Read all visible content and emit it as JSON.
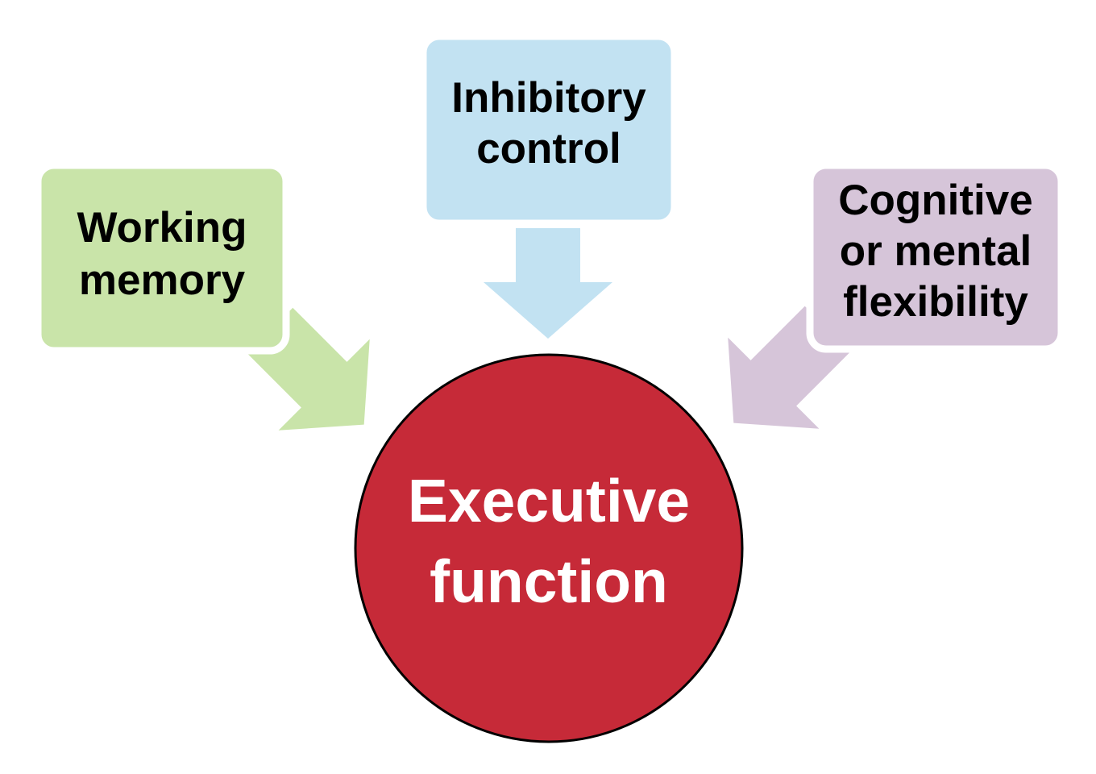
{
  "diagram": {
    "background_color": "#ffffff",
    "center_node": {
      "lines": {
        "0": "Executive",
        "1": "function"
      },
      "fill": "#c62a38",
      "outline_color": "#000000",
      "text_color": "#ffffff"
    },
    "source_nodes": [
      {
        "id": "working-memory",
        "lines": {
          "0": "Working",
          "1": "memory"
        },
        "fill": "#c9e4a9",
        "text_color": "#000000"
      },
      {
        "id": "inhibitory-control",
        "lines": {
          "0": "Inhibitory",
          "1": "control"
        },
        "fill": "#c2e2f2",
        "text_color": "#000000"
      },
      {
        "id": "cognitive-flexibility",
        "lines": {
          "0": "Cognitive",
          "1": "or mental",
          "2": "flexibility"
        },
        "fill": "#d6c5d9",
        "text_color": "#000000"
      }
    ]
  }
}
